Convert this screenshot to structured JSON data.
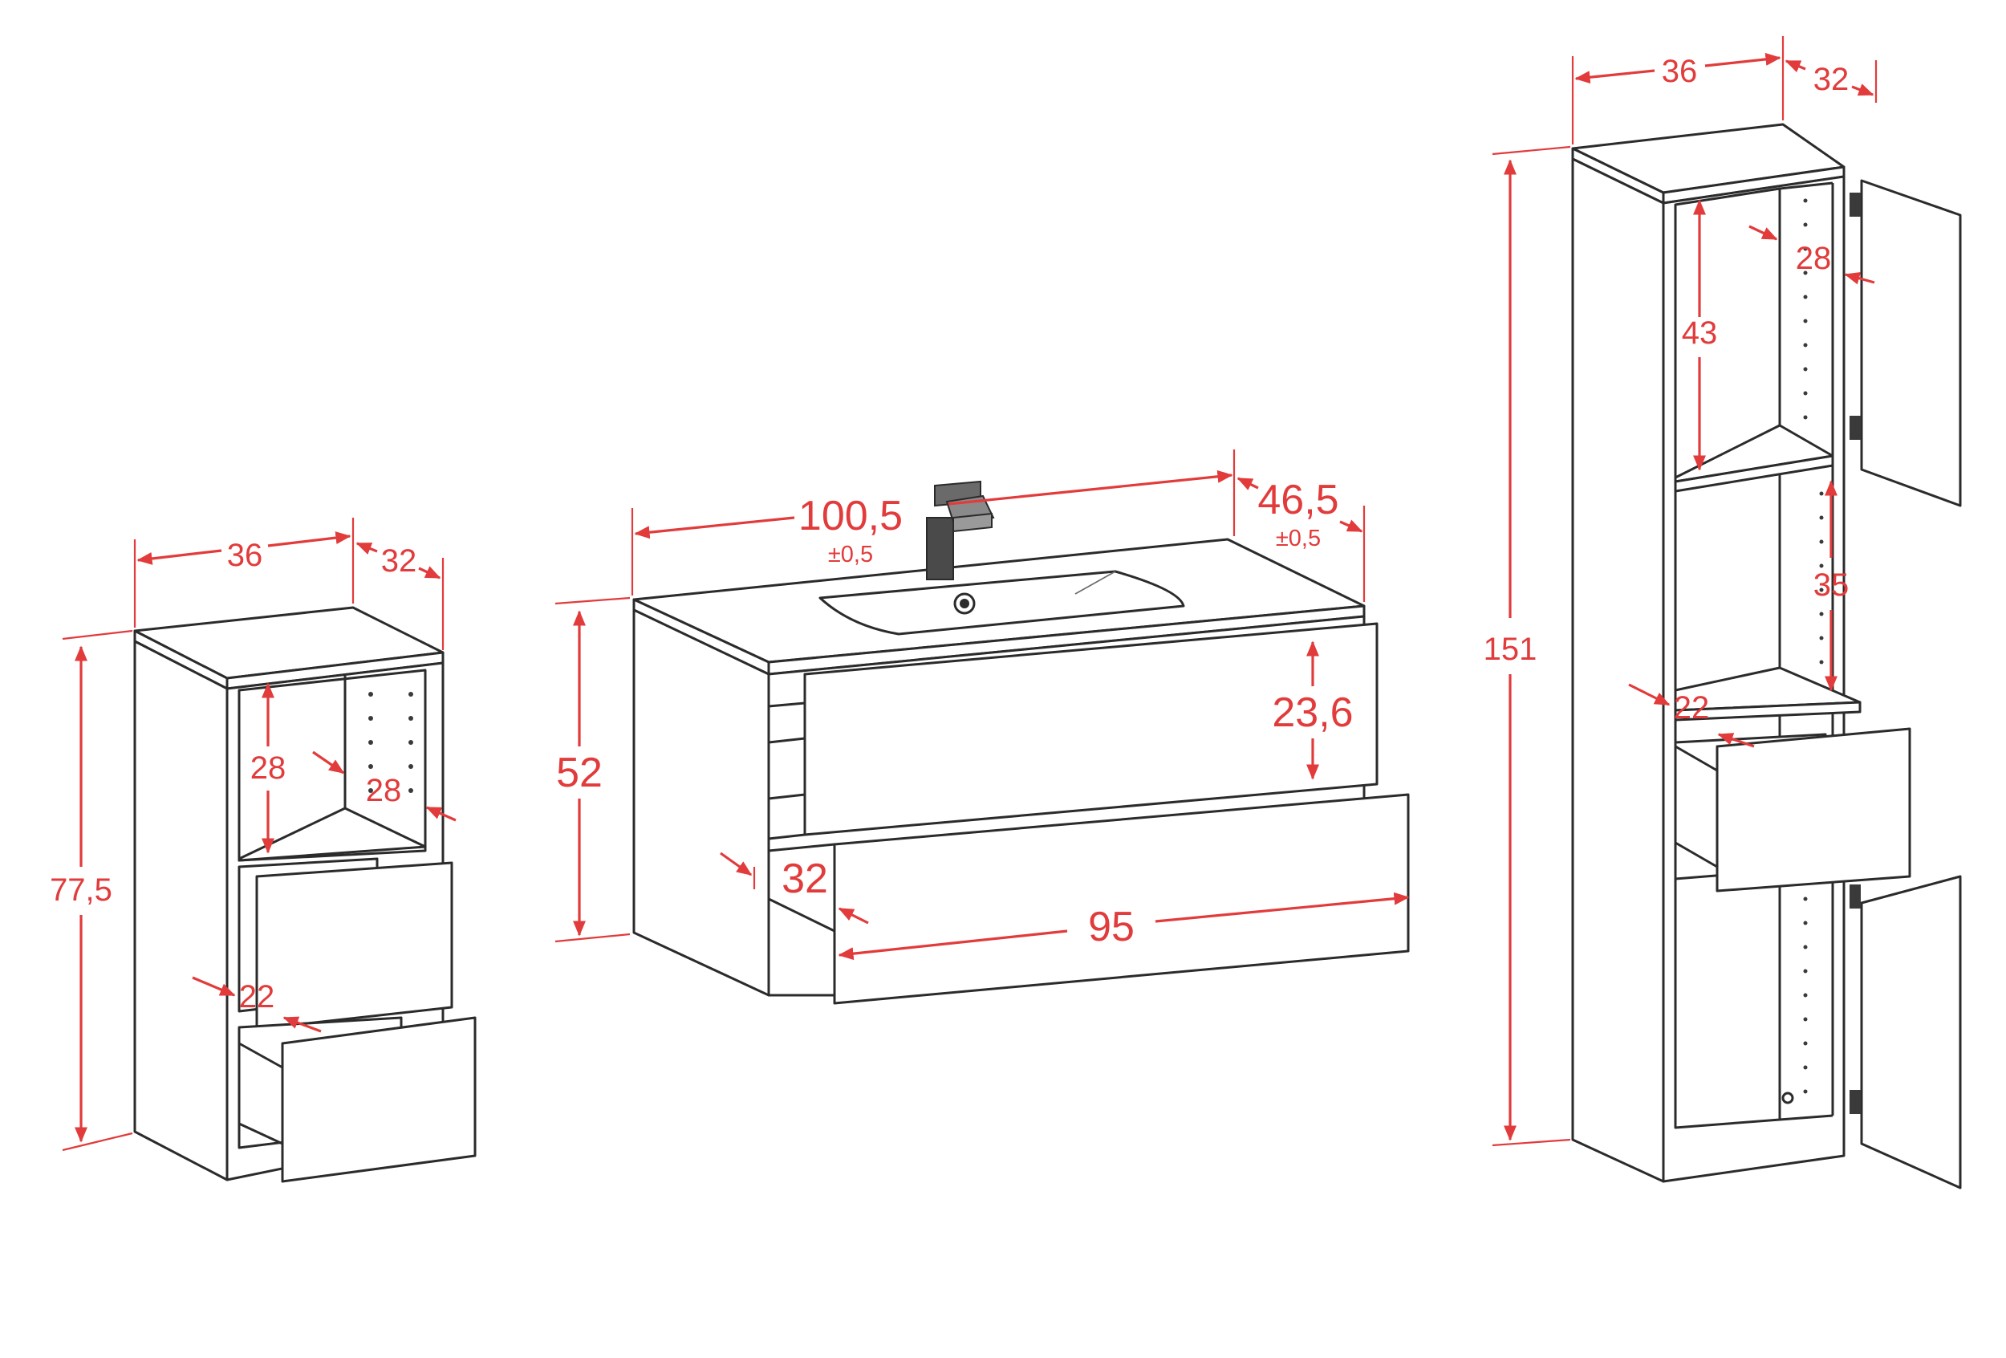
{
  "colors": {
    "dimension": "#e23b3b",
    "outline": "#2b2b2b",
    "background": "#ffffff"
  },
  "units": "cm",
  "small_cabinet": {
    "width": "36",
    "depth": "32",
    "height": "77,5",
    "shelf_height": "28",
    "shelf_depth": "28",
    "drawer_depth": "22"
  },
  "vanity": {
    "width": "100,5",
    "width_tolerance": "±0,5",
    "depth": "46,5",
    "depth_tolerance": "±0,5",
    "height": "52",
    "drawer_front_height": "23,6",
    "drawer_depth": "32",
    "drawer_width": "95"
  },
  "tall_cabinet": {
    "width": "36",
    "depth": "32",
    "height": "151",
    "top_compartment_height": "43",
    "top_compartment_depth": "28",
    "middle_compartment_height": "35",
    "drawer_depth": "22"
  }
}
